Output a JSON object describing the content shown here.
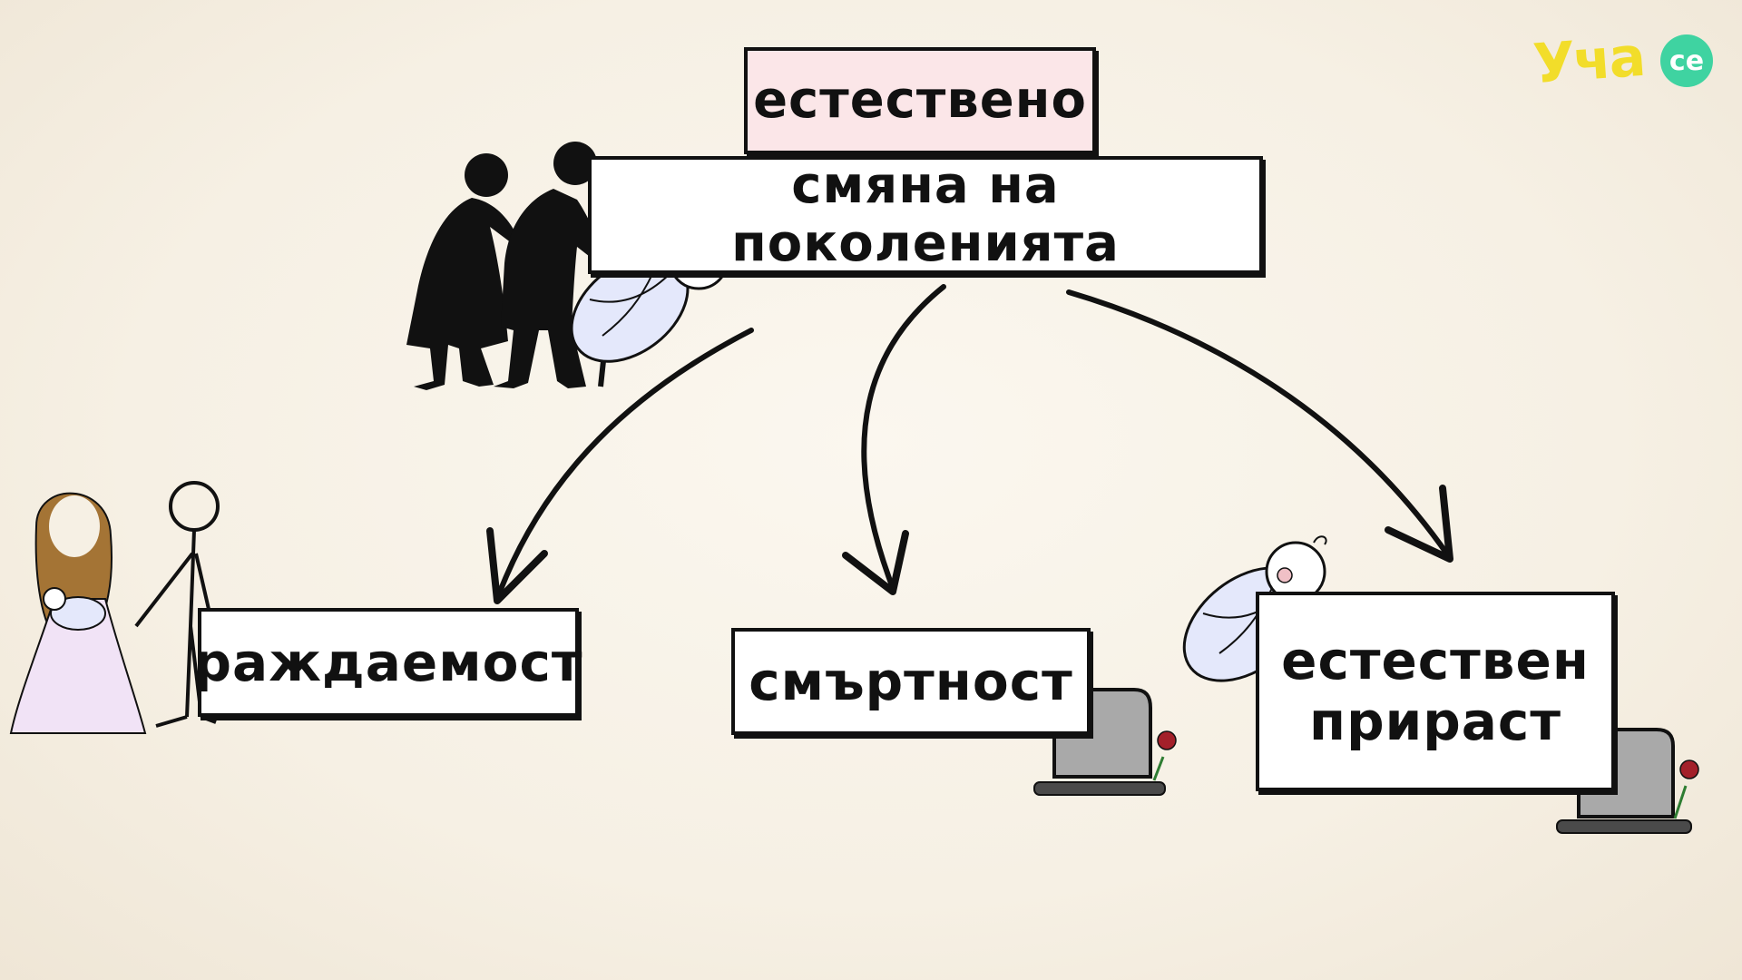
{
  "logo": {
    "name": "Уча",
    "badge": "се"
  },
  "diagram": {
    "top_label": "естествено",
    "main_label": "смяна на поколенията",
    "children": [
      {
        "id": "birth",
        "label": "раждаемост"
      },
      {
        "id": "death",
        "label": "смъртност"
      },
      {
        "id": "growth",
        "lines": [
          "естествен",
          "прираст"
        ]
      }
    ]
  },
  "colors": {
    "background": "#f6f0e4",
    "box_fill": "#ffffff",
    "top_box_fill": "#fbe6e8",
    "ink": "#111111",
    "logo_yellow": "#f2dd2a",
    "logo_green": "#3fd3a1",
    "baby_blanket": "#e4e8fb",
    "dress": "#f1e3f6",
    "hair": "#a47435",
    "tombstone": "#a9a9a9",
    "flower": "#a3202a"
  },
  "illustrations": [
    "elderly-couple-icon",
    "baby-icon",
    "family-icon",
    "tombstone-icon"
  ]
}
